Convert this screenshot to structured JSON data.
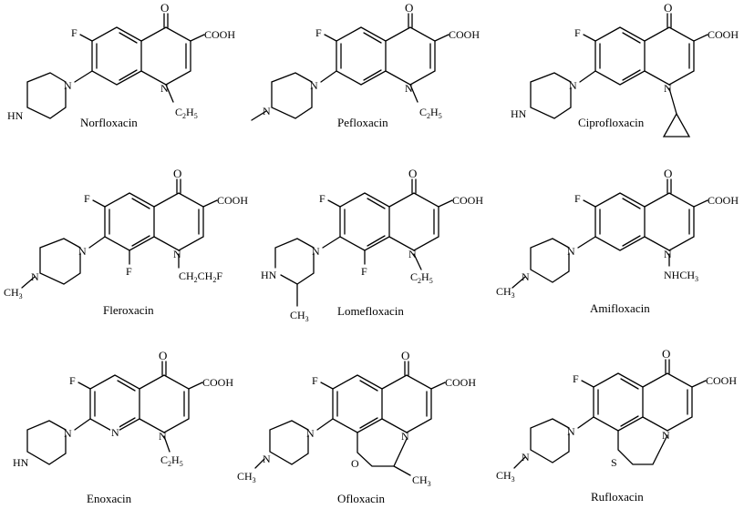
{
  "atoms": {
    "F": "F",
    "O": "O",
    "N": "N",
    "S": "S",
    "HN": "HN",
    "NH": "NH",
    "COOH": "COOH",
    "C": "C",
    "H": "H",
    "H2": "2",
    "H3": "3",
    "H5": "5",
    "CH3": "CH",
    "NHCH3": "NHCH",
    "CH2CH2F_a": "CH",
    "CH2CH2F_b": "CH",
    "CH2CH2F_F": "F"
  },
  "compounds": [
    {
      "name": "Norfloxacin"
    },
    {
      "name": "Pefloxacin"
    },
    {
      "name": "Ciprofloxacin"
    },
    {
      "name": "Fleroxacin"
    },
    {
      "name": "Lomefloxacin"
    },
    {
      "name": "Amifloxacin"
    },
    {
      "name": "Enoxacin"
    },
    {
      "name": "Ofloxacin"
    },
    {
      "name": "Rufloxacin"
    }
  ]
}
